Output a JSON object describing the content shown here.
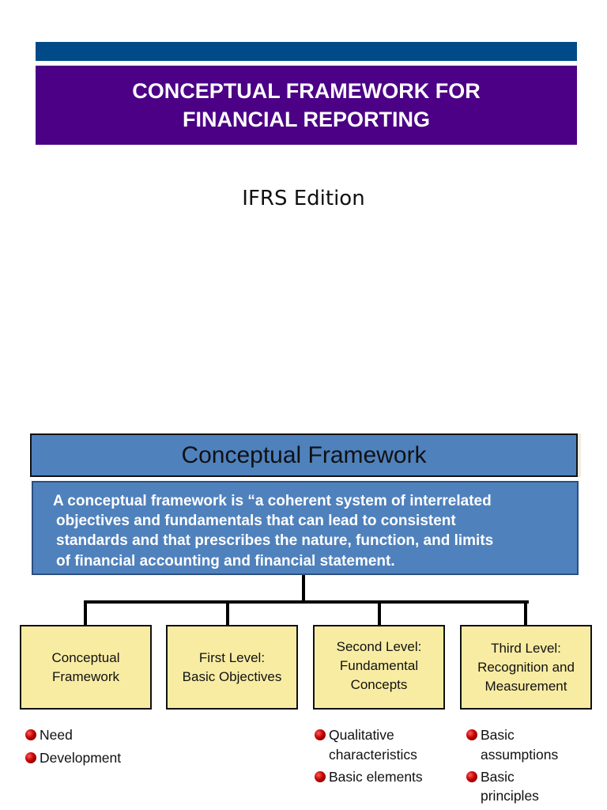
{
  "header": {
    "title_line1": "CONCEPTUAL FRAMEWORK FOR",
    "title_line2": "FINANCIAL REPORTING",
    "subtitle": "IFRS Edition",
    "colors": {
      "top_bar": "#004b87",
      "banner": "#4b0085"
    }
  },
  "diagram": {
    "title": "Conceptual Framework",
    "definition_lines": [
      "A conceptual framework is “a coherent system of interrelated",
      "objectives and fundamentals that can lead to consistent",
      "standards and that prescribes the nature, function, and limits",
      "of financial accounting and financial statement."
    ],
    "colors": {
      "blue_box": "#4f81bd",
      "level_box": "#f8eca3",
      "bullet": "#c40000"
    },
    "levels": [
      {
        "lines": [
          "Conceptual",
          "Framework"
        ],
        "bullets": [
          {
            "lines": [
              "Need"
            ]
          },
          {
            "lines": [
              "Development"
            ]
          }
        ]
      },
      {
        "lines": [
          "First Level:",
          "Basic Objectives"
        ],
        "bullets": []
      },
      {
        "lines": [
          "Second Level:",
          "Fundamental",
          "Concepts"
        ],
        "bullets": [
          {
            "lines": [
              "Qualitative",
              "characteristics"
            ]
          },
          {
            "lines": [
              "Basic elements"
            ]
          }
        ]
      },
      {
        "lines": [
          "Third Level:",
          "Recognition and",
          "Measurement"
        ],
        "bullets": [
          {
            "lines": [
              "Basic",
              "assumptions"
            ]
          },
          {
            "lines": [
              "Basic",
              "principles"
            ]
          }
        ]
      }
    ]
  }
}
